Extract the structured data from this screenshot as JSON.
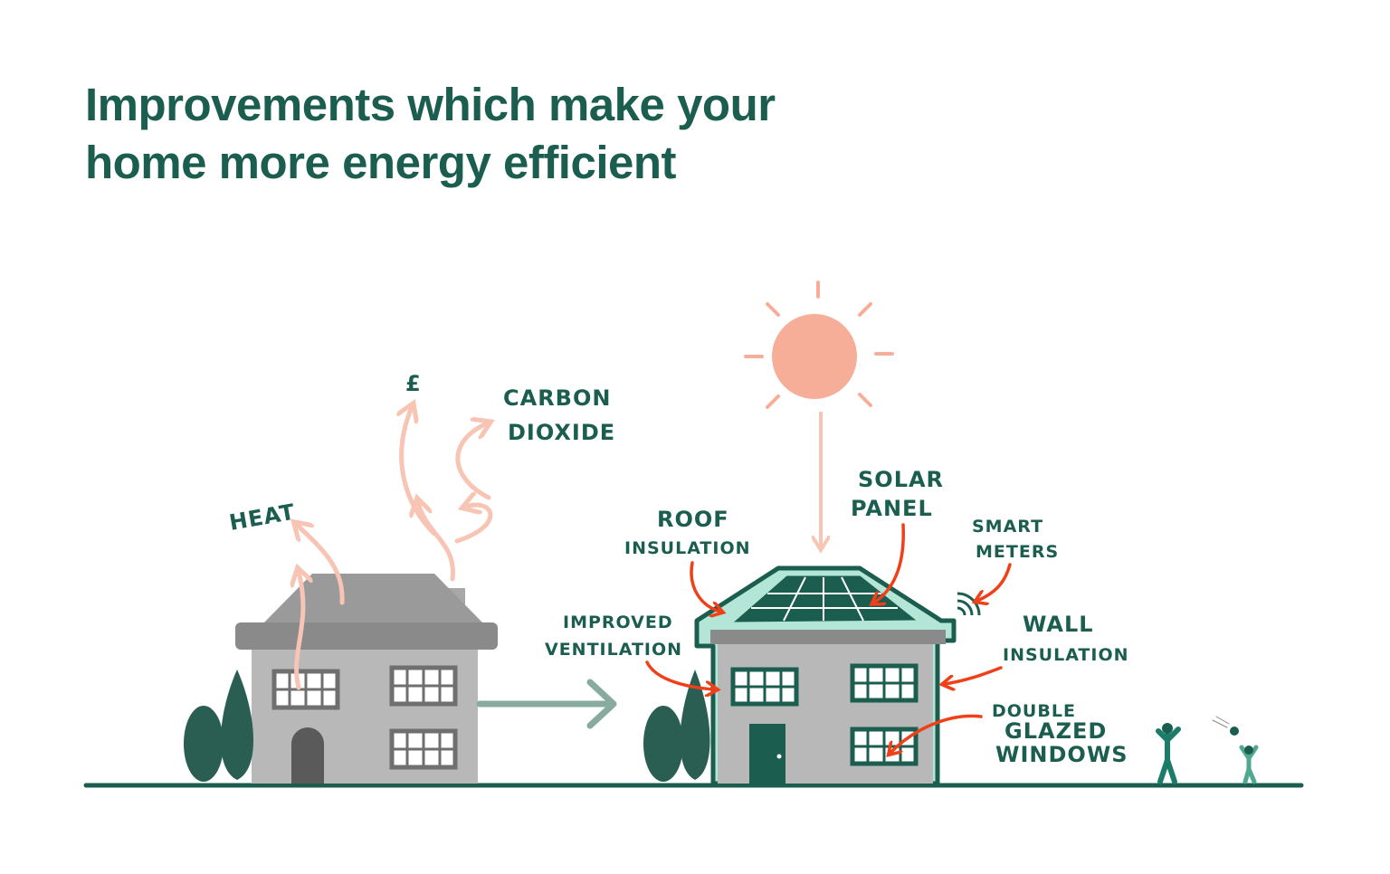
{
  "title": {
    "line1": "Improvements which make your",
    "line2": "home more energy efficient"
  },
  "old_house_labels": {
    "pound": "£",
    "heat": "HEAT",
    "carbon1": "CARBON",
    "carbon2": "DIOXIDE"
  },
  "improvements": {
    "roof1": "ROOF",
    "roof2": "INSULATION",
    "solar1": "SOLAR",
    "solar2": "PANEL",
    "smart1": "SMART",
    "smart2": "METERS",
    "vent1": "IMPROVED",
    "vent2": "VENTILATION",
    "wall1": "WALL",
    "wall2": "INSULATION",
    "dg1": "DOUBLE",
    "dg2": "GLAZED",
    "dg3": "WINDOWS"
  },
  "colors": {
    "green": "#1b5e50",
    "mint": "#b4e6d8",
    "grey": "#b8b8b8",
    "red": "#f0401a",
    "pink": "#f8c4b4",
    "sun": "#f7ae98"
  }
}
